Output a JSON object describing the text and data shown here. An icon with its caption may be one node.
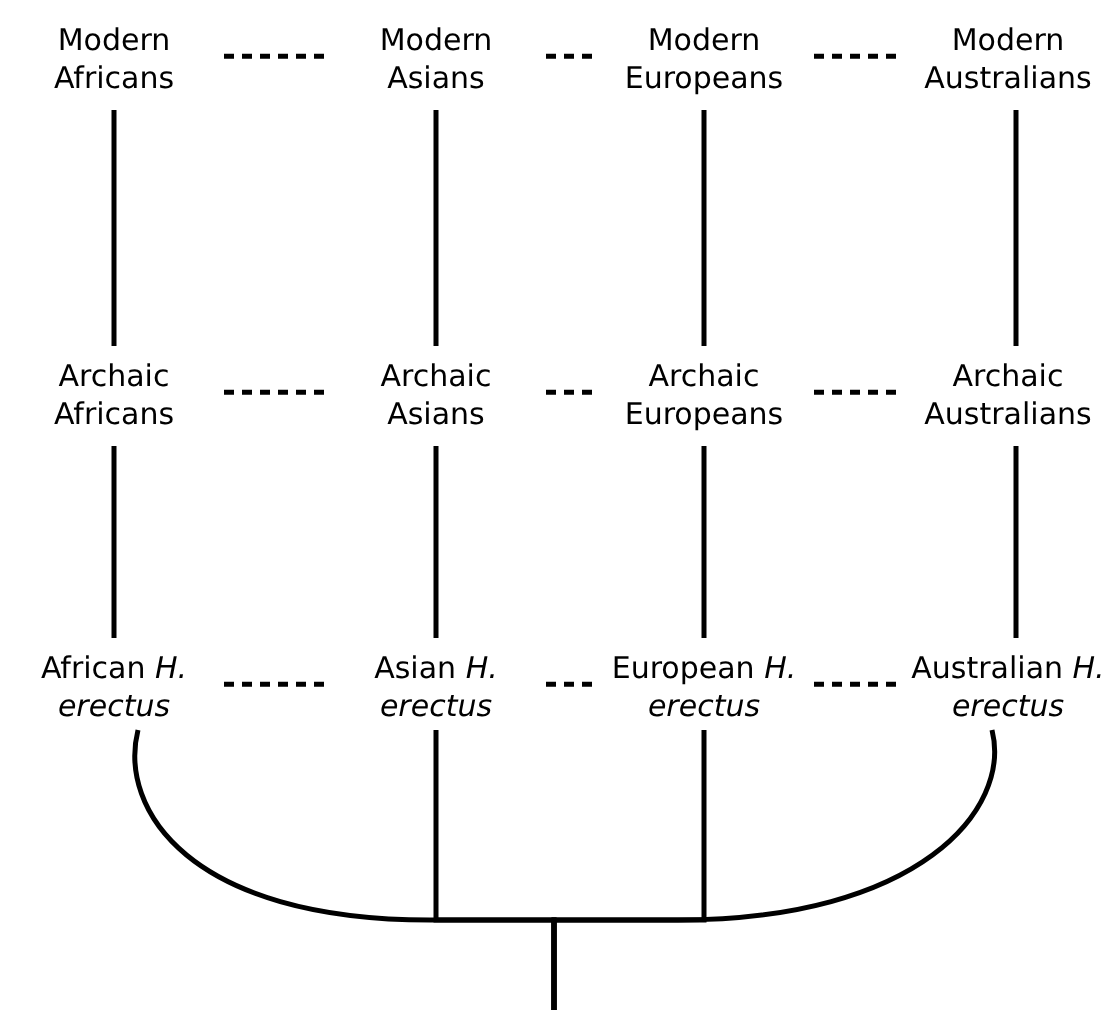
{
  "diagram": {
    "nodes": [
      {
        "text": [
          "Modern Africans"
        ]
      },
      {
        "text": [
          "Modern Asians"
        ]
      },
      {
        "text": [
          "Modern Europeans"
        ]
      },
      {
        "text": [
          "Modern Australians"
        ]
      },
      {
        "text": [
          "Archaic Africans"
        ]
      },
      {
        "text": [
          "Archaic Asians"
        ]
      },
      {
        "text": [
          "Archaic Europeans"
        ]
      },
      {
        "text": [
          "Archaic Australians"
        ]
      },
      {
        "text": [
          "African *H. erectus*"
        ]
      },
      {
        "text": [
          "Asian *H. erectus*"
        ]
      },
      {
        "text": [
          "European *H. erectus*"
        ]
      },
      {
        "text": [
          "Australian *H. erectus*"
        ]
      }
    ],
    "edges": [
      {
        "from": 0,
        "to": 1,
        "arrow": "none",
        "style": "dashed"
      },
      {
        "from": 1,
        "to": 2,
        "arrow": "none",
        "style": "dashed"
      },
      {
        "from": 2,
        "to": 3,
        "arrow": "none",
        "style": "dashed"
      },
      {
        "from": 0,
        "to": 4,
        "arrow": "none"
      },
      {
        "from": 1,
        "to": 5,
        "arrow": "none"
      },
      {
        "from": 2,
        "to": 6,
        "arrow": "none"
      },
      {
        "from": 3,
        "to": 7,
        "arrow": "none"
      },
      {
        "from": 4,
        "to": 5,
        "arrow": "none",
        "style": "dashed"
      },
      {
        "from": 5,
        "to": 6,
        "arrow": "none",
        "style": "dashed"
      },
      {
        "from": 6,
        "to": 7,
        "arrow": "none",
        "style": "dashed"
      },
      {
        "from": 4,
        "to": 8,
        "arrow": "none"
      },
      {
        "from": 5,
        "to": 9,
        "arrow": "none"
      },
      {
        "from": 6,
        "to": 10,
        "arrow": "none"
      },
      {
        "from": 7,
        "to": 11,
        "arrow": "none"
      },
      {
        "from": 8,
        "to": 9,
        "arrow": "none",
        "style": "dashed"
      },
      {
        "from": 9,
        "to": 10,
        "arrow": "none",
        "style": "dashed"
      },
      {
        "from": 10,
        "to": 11,
        "arrow": "none",
        "style": "dashed"
      },
      {
        "from": null,
        "to": 8,
        "arrow": "none"
      },
      {
        "from": null,
        "to": 9,
        "arrow": "none"
      },
      {
        "from": null,
        "to": 10,
        "arrow": "none"
      },
      {
        "from": null,
        "to": 11,
        "arrow": "none"
      }
    ]
  }
}
